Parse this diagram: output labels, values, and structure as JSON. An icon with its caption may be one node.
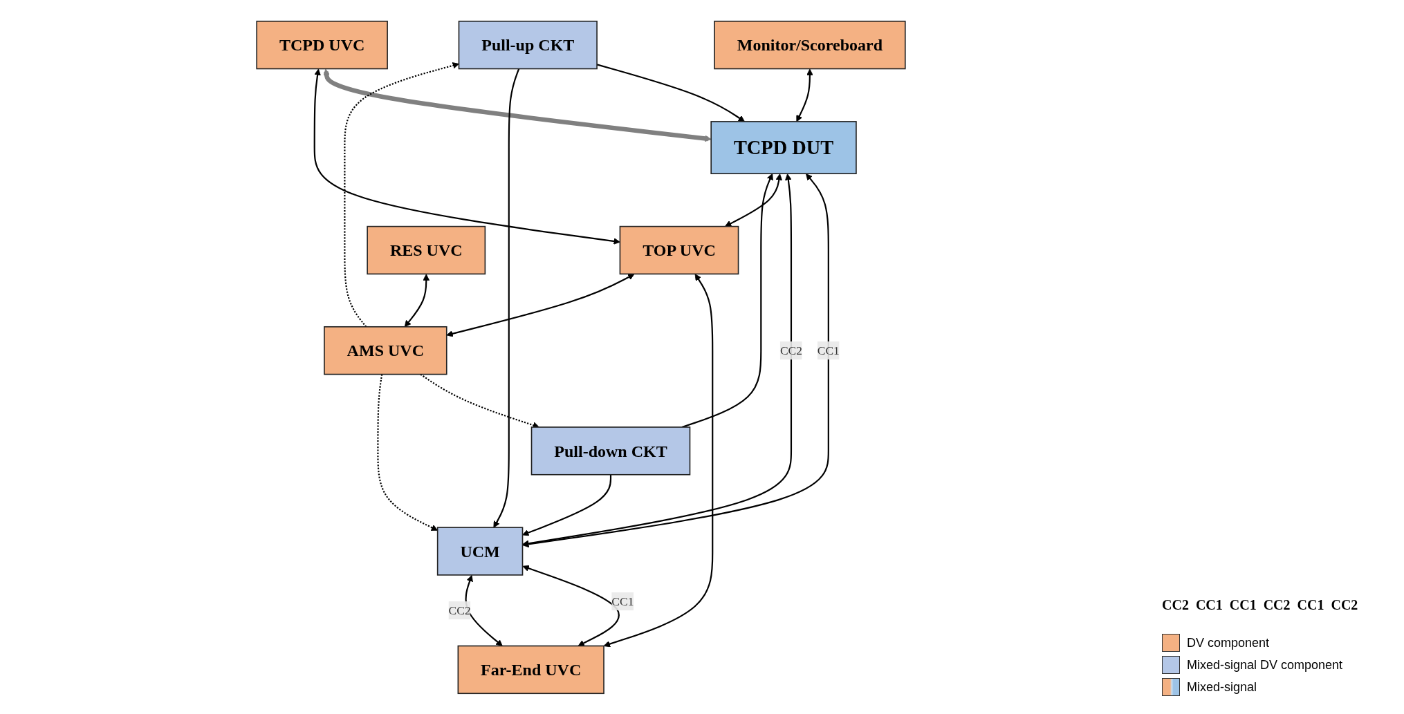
{
  "diagram": {
    "nodes": [
      {
        "text": [
          "Pull-up CKT"
        ]
      },
      {
        "text": [
          "Monitor/Scoreboard"
        ]
      },
      {
        "text": [
          "TCPD UVC"
        ]
      },
      {
        "text": [
          "TCPD DUT"
        ]
      },
      {
        "text": [
          "UCM"
        ]
      },
      {
        "text": [
          "Far-End UVC"
        ]
      },
      {
        "text": [
          "TOP UVC"
        ]
      },
      {
        "text": [
          "Pull-down CKT"
        ]
      },
      {
        "text": [
          "RES UVC"
        ]
      },
      {
        "text": [
          "AMS UVC"
        ]
      }
    ],
    "edges": [
      {
        "from": 1,
        "to": 3,
        "arrow": "both"
      },
      {
        "from": 2,
        "to": 3,
        "arrow": "both",
        "style": "thick",
        "color": "#808080"
      },
      {
        "from": 3,
        "to": 4,
        "arrow": "both",
        "label": "CC1"
      },
      {
        "from": 3,
        "to": 4,
        "arrow": "both",
        "label": "CC2"
      },
      {
        "from": 4,
        "to": 5,
        "arrow": "both",
        "label": "CC1"
      },
      {
        "from": 4,
        "to": 5,
        "arrow": "both",
        "label": "CC2"
      },
      {
        "from": 0,
        "to": 3,
        "arrow": "to"
      },
      {
        "from": 0,
        "to": 4,
        "arrow": "to"
      },
      {
        "from": 7,
        "to": 3,
        "arrow": "to"
      },
      {
        "from": 7,
        "to": 4,
        "arrow": "to"
      },
      {
        "from": 2,
        "to": 6,
        "arrow": "both"
      },
      {
        "from": 3,
        "to": 6,
        "arrow": "both"
      },
      {
        "from": 6,
        "to": 5,
        "arrow": "both"
      },
      {
        "from": 6,
        "to": 9,
        "arrow": "both"
      },
      {
        "from": 8,
        "to": 9,
        "arrow": "both"
      },
      {
        "from": 9,
        "to": 0,
        "arrow": "to",
        "style": "dashed"
      },
      {
        "from": 9,
        "to": 7,
        "arrow": "to",
        "style": "dashed"
      },
      {
        "from": 9,
        "to": 4,
        "arrow": "to",
        "style": "dashed"
      }
    ],
    "labels": [
      "CC2",
      "CC1",
      "CC1",
      "CC2",
      "CC1",
      "CC2"
    ],
    "legend": [
      {
        "text": "DV component",
        "color": "#f4b183"
      },
      {
        "text": "Mixed-signal DV component",
        "color": "#b4c7e7"
      },
      {
        "text": "Mixed-signal"
      }
    ]
  }
}
